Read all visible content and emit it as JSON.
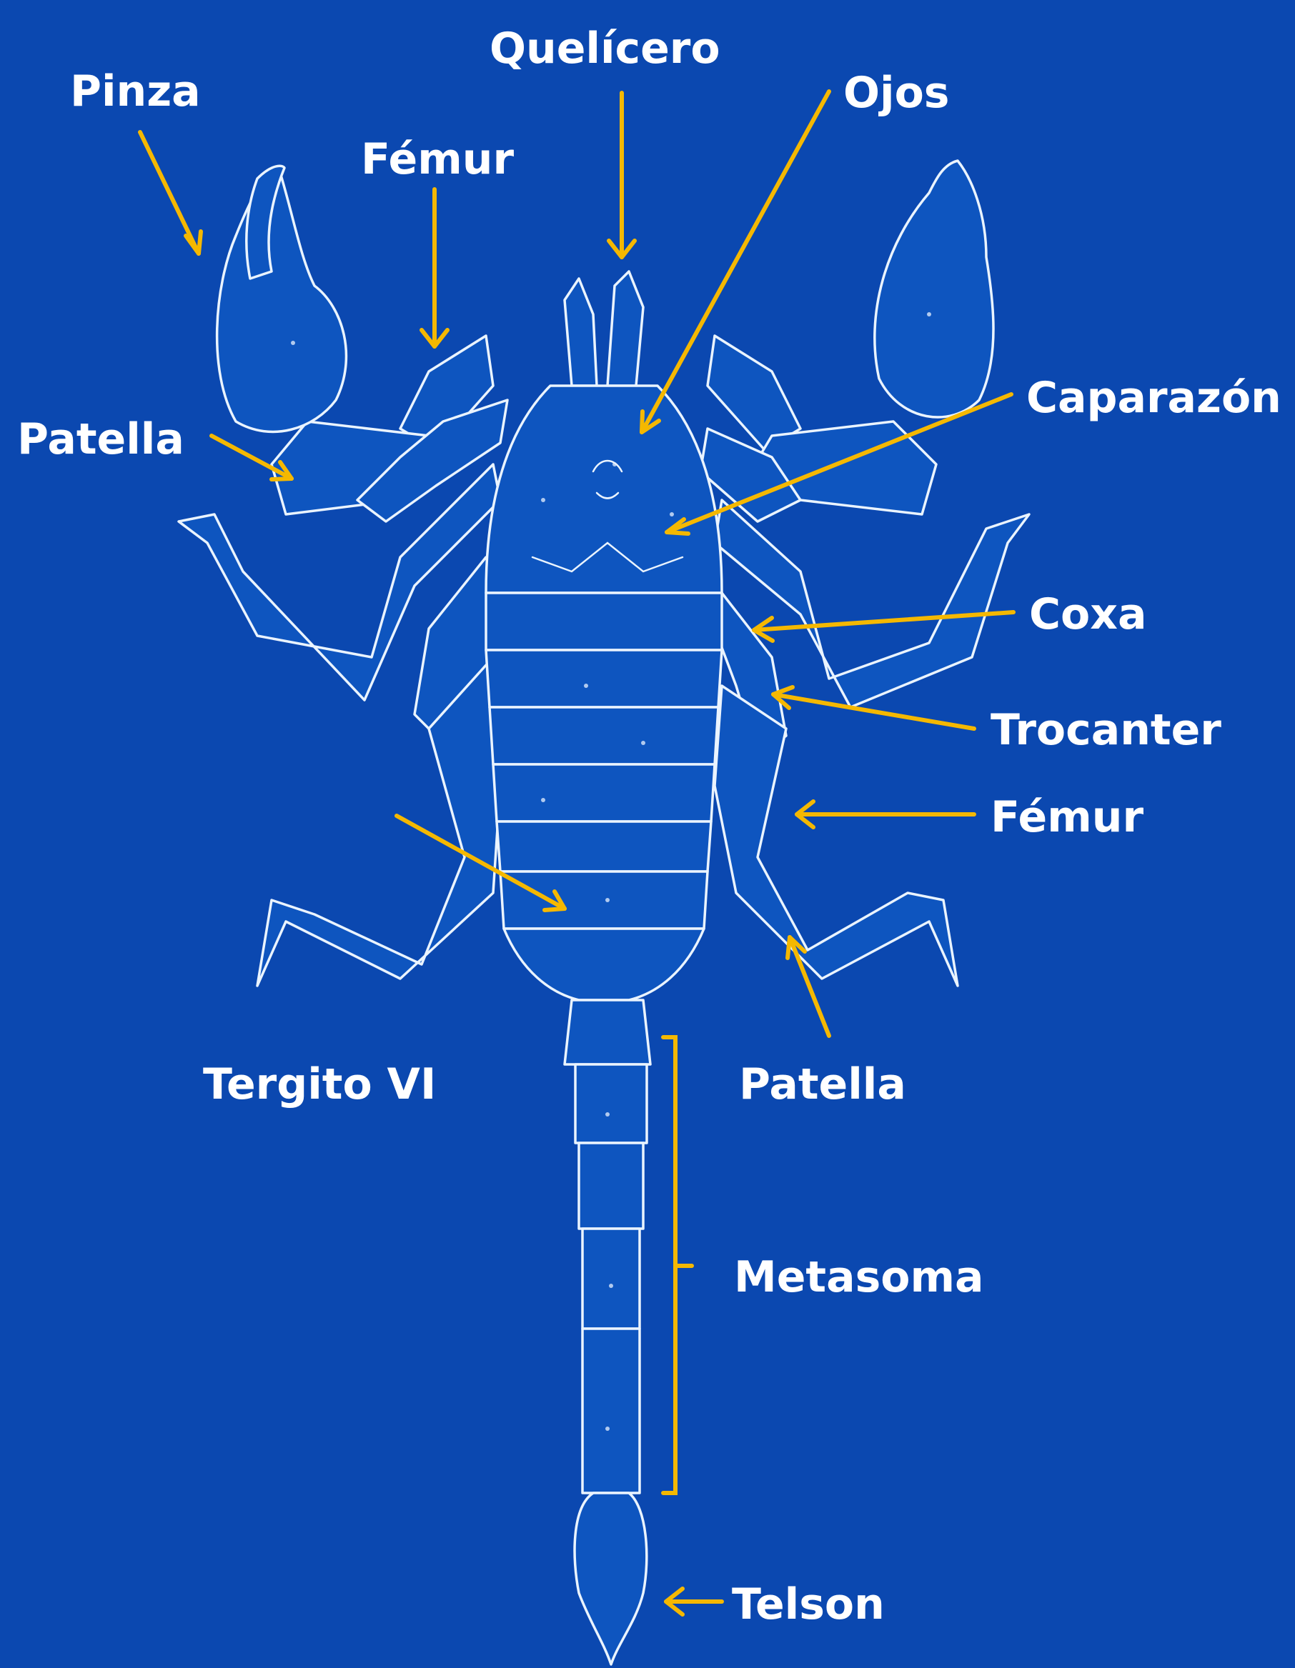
{
  "labels": {
    "pinza": "Pinza",
    "femur_pedipalp": "Fémur",
    "quelicero": "Quelícero",
    "ojos": "Ojos",
    "caparazon": "Caparazón",
    "patella_pedipalp": "Patella",
    "coxa": "Coxa",
    "trocanter": "Trocanter",
    "femur_leg": "Fémur",
    "tergito": "Tergito VI",
    "patella_leg": "Patella",
    "metasoma": "Metasoma",
    "telson": "Telson"
  },
  "colors": {
    "background": "#0b48b0",
    "body_fill": "#0e55bf",
    "outline": "#eaf4ff",
    "arrow": "#f5b800",
    "label_text": "#ffffff"
  }
}
